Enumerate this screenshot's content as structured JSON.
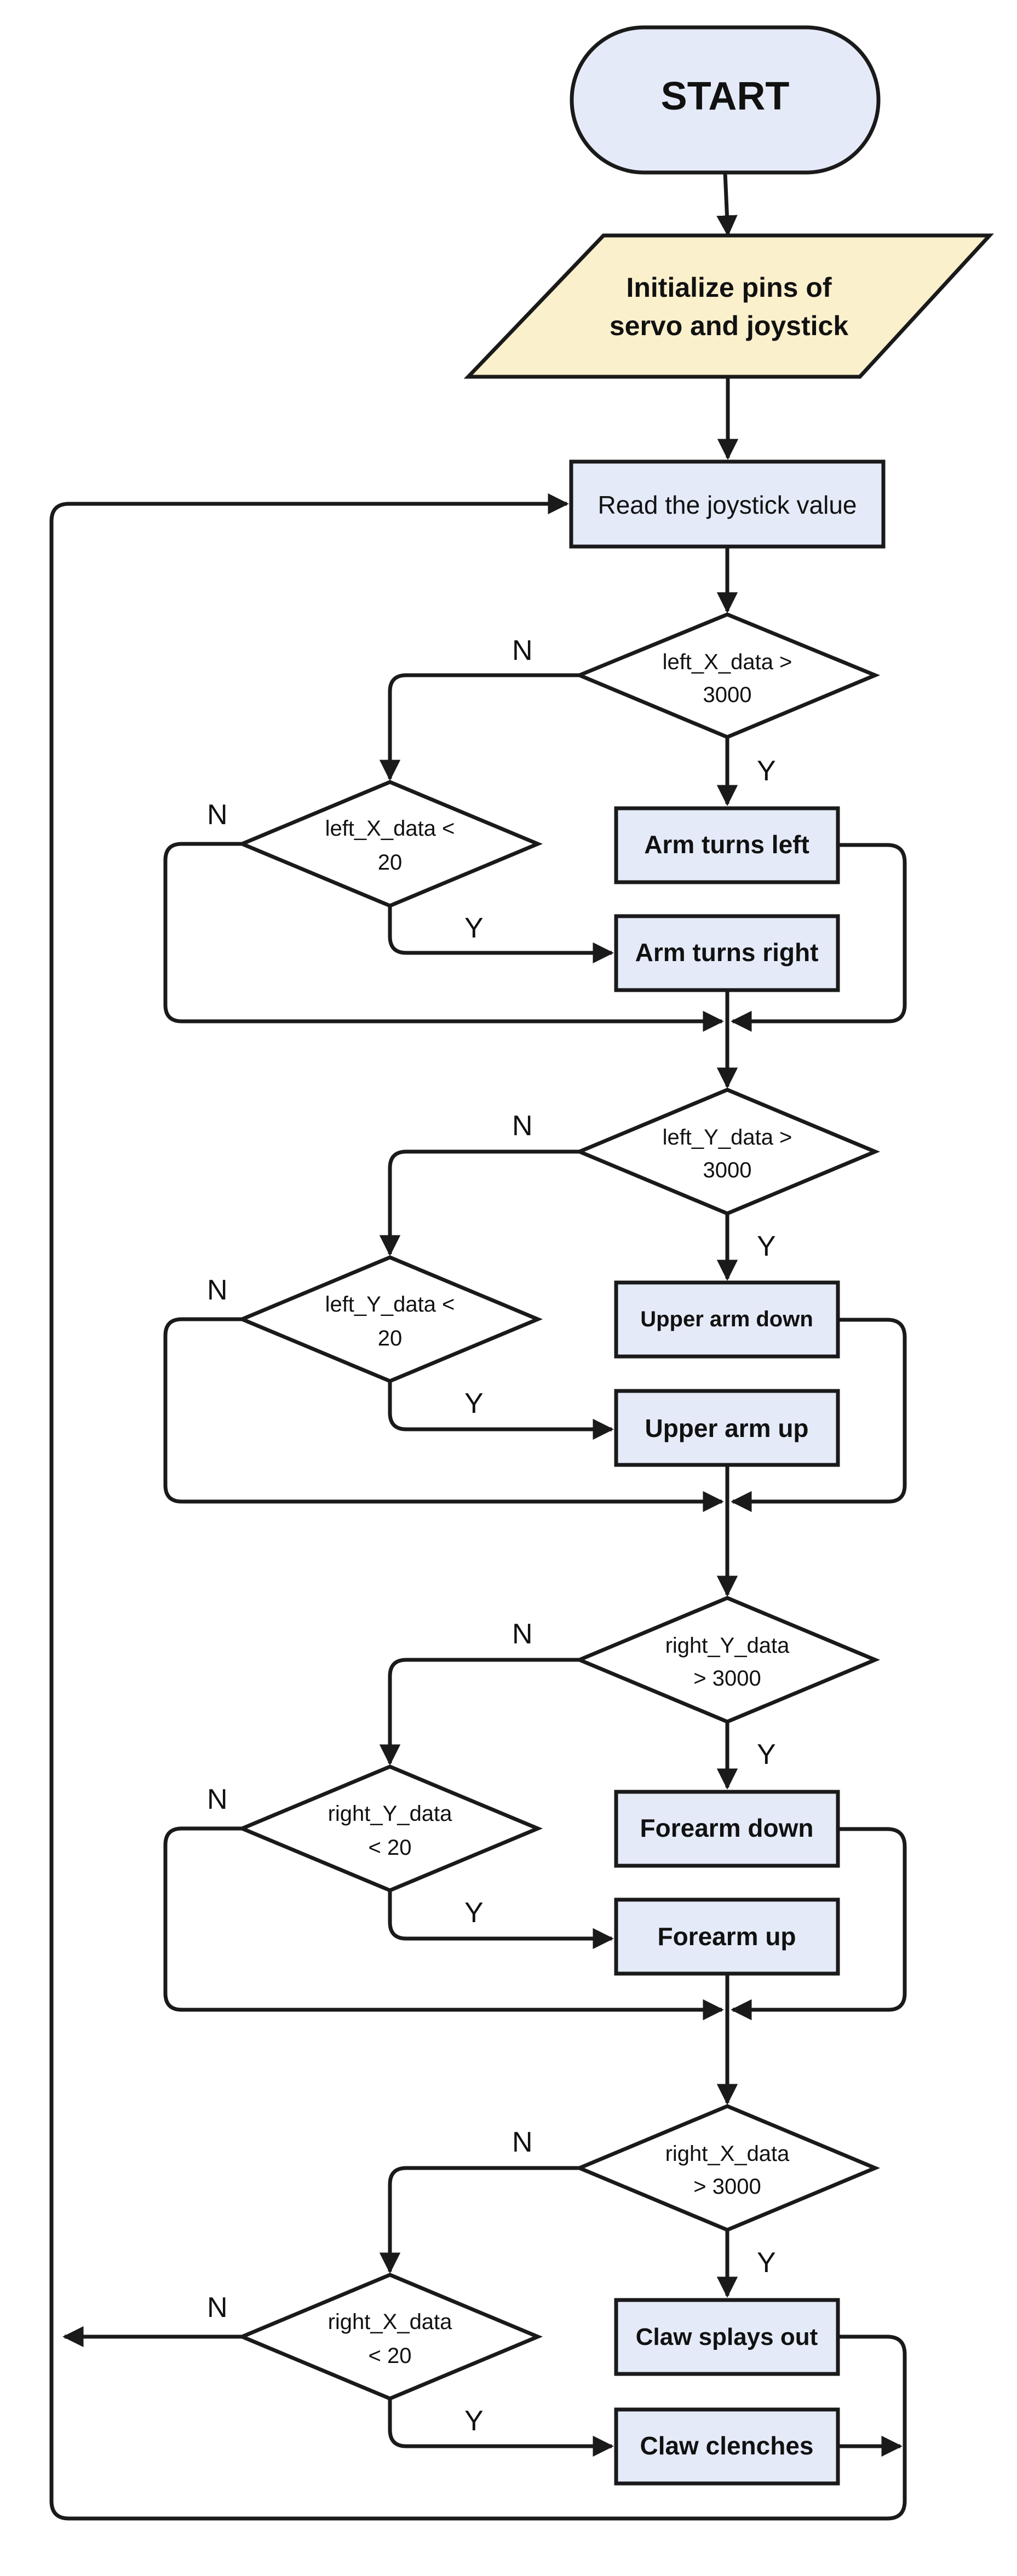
{
  "colors": {
    "terminator": "#e4eaf8",
    "io": "#fbf0cc",
    "process": "#e4eaf8",
    "decision": "#ffffff",
    "line": "#1a1a1a"
  },
  "start": "START",
  "init": {
    "line1": "Initialize pins of",
    "line2": "servo and joystick"
  },
  "read": "Read the joystick value",
  "yes": "Y",
  "no": "N",
  "blocks": [
    {
      "cond1": {
        "line1": "left_X_data >",
        "line2": "3000"
      },
      "cond2": {
        "line1": "left_X_data <",
        "line2": "20"
      },
      "action_yes": "Arm turns left",
      "action_no": "Arm turns right"
    },
    {
      "cond1": {
        "line1": "left_Y_data >",
        "line2": "3000"
      },
      "cond2": {
        "line1": "left_Y_data <",
        "line2": "20"
      },
      "action_yes": "Upper arm down",
      "action_no": "Upper arm up"
    },
    {
      "cond1": {
        "line1": "right_Y_data",
        "line2": "> 3000"
      },
      "cond2": {
        "line1": "right_Y_data",
        "line2": "< 20"
      },
      "action_yes": "Forearm down",
      "action_no": "Forearm up"
    },
    {
      "cond1": {
        "line1": "right_X_data",
        "line2": "> 3000"
      },
      "cond2": {
        "line1": "right_X_data",
        "line2": "< 20"
      },
      "action_yes": "Claw splays out",
      "action_no": "Claw clenches"
    }
  ]
}
